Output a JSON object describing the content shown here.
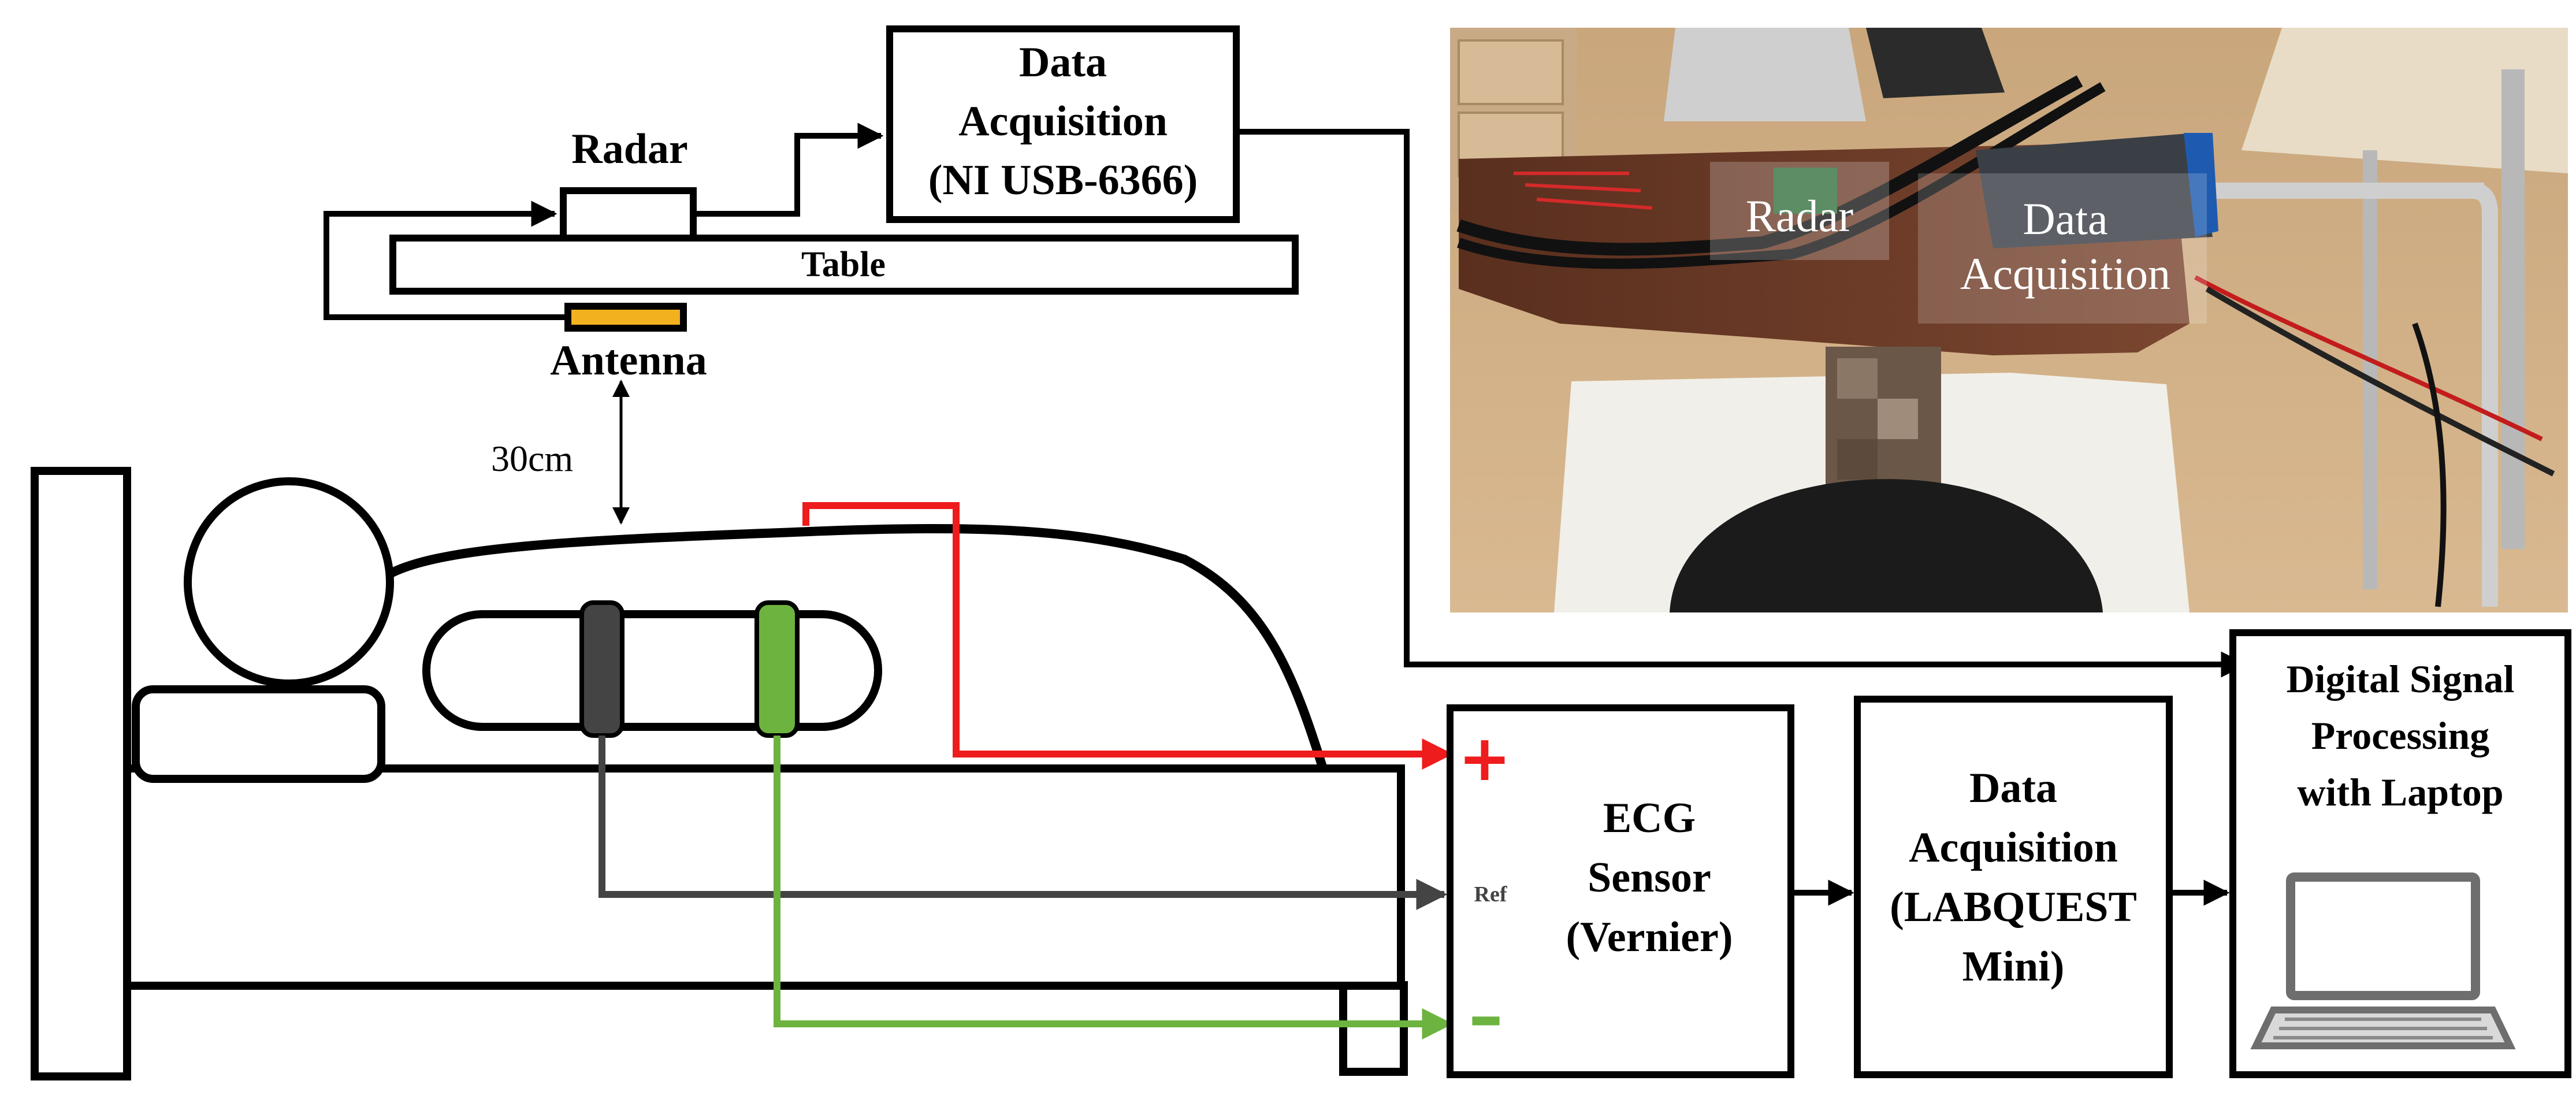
{
  "labels": {
    "daq_top": [
      "Data",
      "Acquisition",
      "(NI USB-6366)"
    ],
    "radar": "Radar",
    "table": "Table",
    "antenna": "Antenna",
    "distance": "30cm",
    "ecg": [
      "ECG",
      "Sensor",
      "(Vernier)"
    ],
    "ecg_plus": "+",
    "ecg_ref": "Ref",
    "ecg_minus": "–",
    "daq_bottom": [
      "Data",
      "Acquisition",
      "(LABQUEST",
      "Mini)"
    ],
    "dsp": [
      "Digital Signal",
      "Processing",
      "with Laptop"
    ],
    "photo_radar": "Radar",
    "photo_daq": [
      "Data",
      "Acquisition"
    ]
  },
  "colors": {
    "positive_lead": "#ee1c1c",
    "reference_lead": "#444444",
    "negative_lead": "#6db33f",
    "antenna": "#f2b21f",
    "electrode_ref": "#444444",
    "electrode_neg": "#6db33f"
  },
  "icons": {
    "laptop": "laptop-icon",
    "photo": "experimental-setup-photo"
  }
}
